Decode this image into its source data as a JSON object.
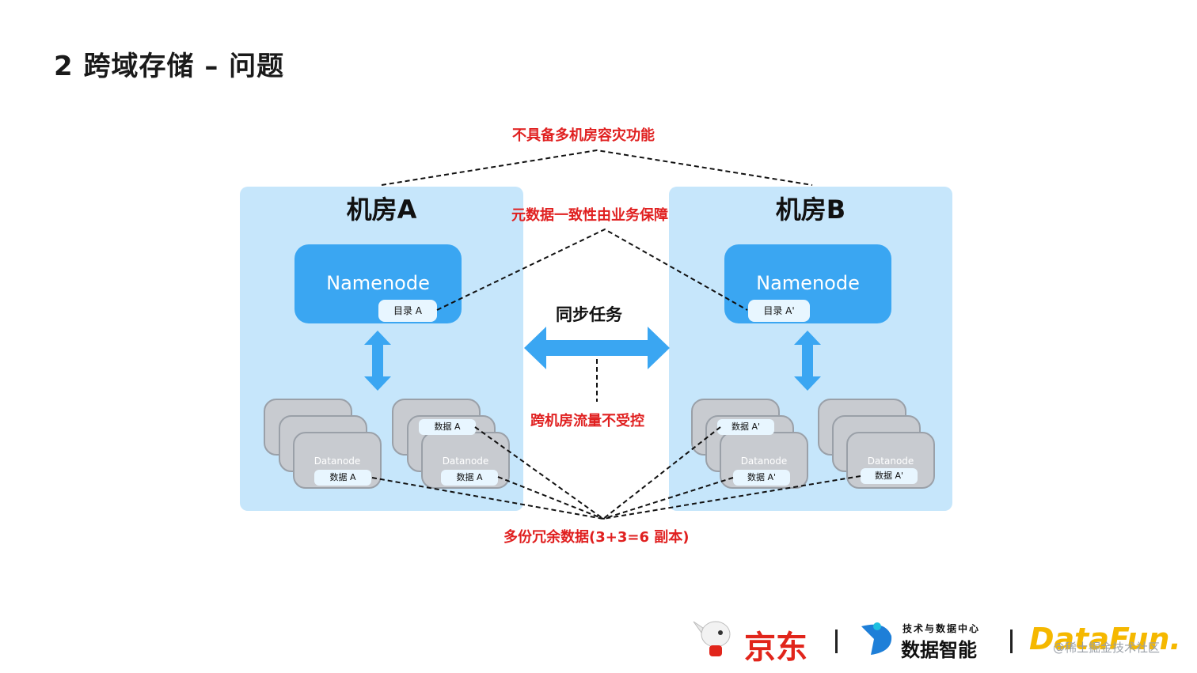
{
  "slide": {
    "title": "2  跨域存储 – 问题"
  },
  "annotations": {
    "top": "不具备多机房容灾功能",
    "middle": "元数据一致性由业务保障",
    "traffic": "跨机房流量不受控",
    "bottom": "多份冗余数据(3+3=6 副本)"
  },
  "sync_label": "同步任务",
  "room_a": {
    "title": "机房A",
    "namenode": "Namenode",
    "dir_tag": "目录 A",
    "datanode": "Datanode",
    "data_tag": "数据 A"
  },
  "room_b": {
    "title": "机房B",
    "namenode": "Namenode",
    "dir_tag": "目录 A'",
    "datanode": "Datanode",
    "data_tag": "数据 A'"
  },
  "footer": {
    "jd": "京东",
    "center_small": "技术与数据中心",
    "center_big": "数据智能",
    "datafun": "DataFun.",
    "watermark": "@稀土掘金技术社区"
  },
  "colors": {
    "room_bg": "#c6e6fb",
    "namenode": "#3aa6f2",
    "arrow": "#3aa6f2",
    "accent_red": "#e02020",
    "jd_red": "#e1251b"
  }
}
